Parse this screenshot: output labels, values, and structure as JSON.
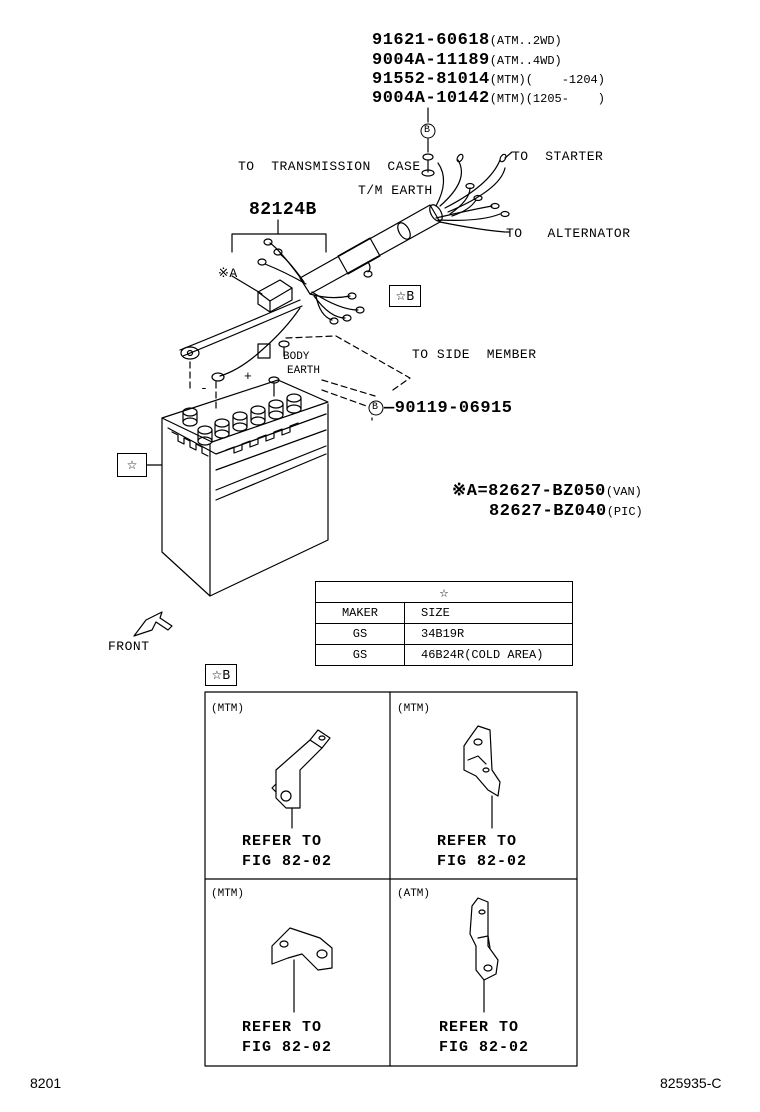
{
  "header_parts": [
    {
      "number": "91621-60618",
      "note": "(ATM..2WD)"
    },
    {
      "number": "9004A-11189",
      "note": "(ATM..4WD)"
    },
    {
      "number": "91552-81014",
      "note": "(MTM)(    -1204)"
    },
    {
      "number": "9004A-10142",
      "note": "(MTM)(1205-    )"
    }
  ],
  "callout_b": "B",
  "labels": {
    "to_transmission_case": "TO  TRANSMISSION  CASE",
    "tm_earth": "T/M EARTH",
    "to_starter": "TO  STARTER",
    "to_alternator": "TO   ALTERNATOR",
    "harness_part": "82124B",
    "ref_a": "※A",
    "star_b_box": "☆B",
    "body_earth_1": "BODY",
    "body_earth_2": "EARTH",
    "to_side_member": "TO SIDE  MEMBER",
    "bolt_part": "90119-06915",
    "minus": "-",
    "plus": "+",
    "battery_star": "☆",
    "front": "FRONT"
  },
  "part_a": {
    "prefix": "※A=",
    "items": [
      {
        "number": "82627-BZ050",
        "note": "(VAN)"
      },
      {
        "number": "82627-BZ040",
        "note": "(PIC)"
      }
    ]
  },
  "battery_table": {
    "header": "☆",
    "columns": [
      "MAKER",
      "SIZE"
    ],
    "rows": [
      {
        "maker": "GS",
        "size": "34B19R"
      },
      {
        "maker": "GS",
        "size": "46B24R(COLD AREA)"
      }
    ]
  },
  "star_b_section": {
    "label": "☆B",
    "panels": [
      {
        "variant": "(MTM)",
        "refer": "REFER TO",
        "fig": "FIG 82-02"
      },
      {
        "variant": "(MTM)",
        "refer": "REFER TO",
        "fig": "FIG 82-02"
      },
      {
        "variant": "(MTM)",
        "refer": "REFER TO",
        "fig": "FIG 82-02"
      },
      {
        "variant": "(ATM)",
        "refer": "REFER TO",
        "fig": "FIG 82-02"
      }
    ]
  },
  "footer": {
    "left": "8201",
    "right": "825935-C"
  }
}
